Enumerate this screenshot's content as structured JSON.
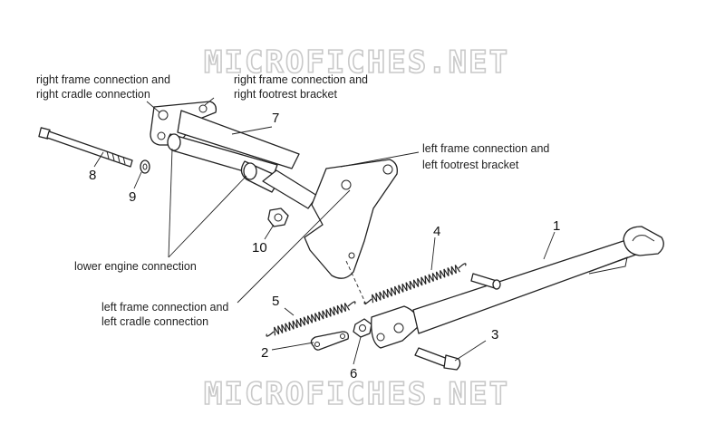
{
  "watermark": "MICROFICHES.NET",
  "callouts": {
    "p1": "1",
    "p2": "2",
    "p3": "3",
    "p4": "4",
    "p5": "5",
    "p6": "6",
    "p7": "7",
    "p8": "8",
    "p9": "9",
    "p10": "10"
  },
  "labels": {
    "right_frame_cradle": [
      "right frame connection and",
      "right cradle connection"
    ],
    "right_frame_footrest": [
      "right frame connection and",
      "right footrest bracket"
    ],
    "left_frame_footrest": [
      "left frame connection and",
      "left footrest bracket"
    ],
    "lower_engine": "lower engine connection",
    "left_frame_cradle": [
      "left frame connection and",
      "left cradle connection"
    ]
  }
}
